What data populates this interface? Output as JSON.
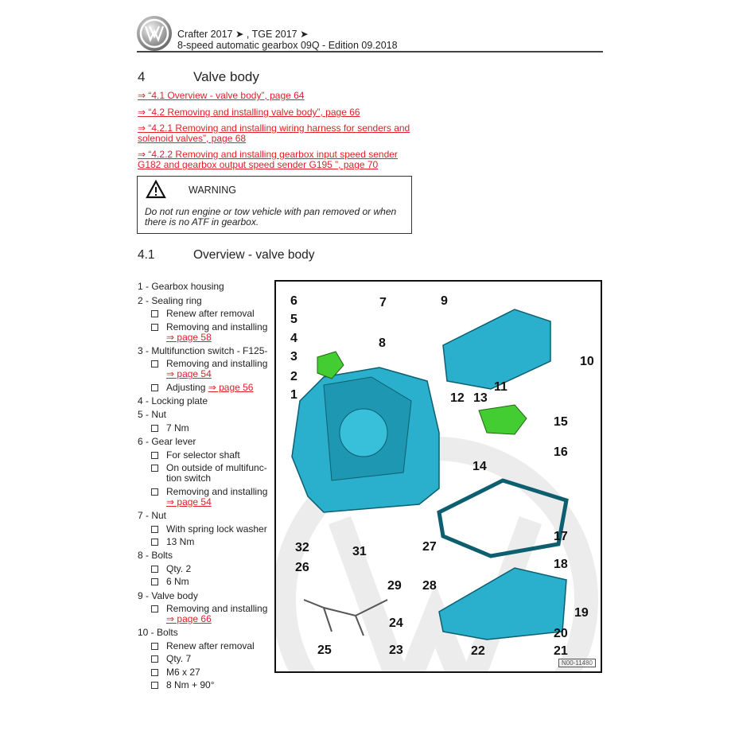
{
  "header": {
    "line1": "Crafter 2017 ➤ , TGE 2017 ➤",
    "line2": "8-speed automatic gearbox 09Q - Edition 09.2018"
  },
  "section": {
    "number": "4",
    "title": "Valve body"
  },
  "links": [
    "⇒ “4.1 Overview - valve body”, page 64",
    "⇒ “4.2 Removing and installing valve body”, page 66",
    "⇒ “4.2.1 Removing and installing wiring harness for senders and solenoid valves”, page 68",
    "⇒ “4.2.2 Removing and installing gearbox input speed sender G182 and gearbox output speed sender G195 ”, page 70"
  ],
  "warning": {
    "title": "WARNING",
    "text": "Do not run engine or tow vehicle with pan removed or when there is no ATF in gearbox."
  },
  "subsection": {
    "number": "4.1",
    "title": "Overview - valve body"
  },
  "legend": [
    {
      "label": "1 - Gearbox housing",
      "subs": []
    },
    {
      "label": "2 - Sealing ring",
      "subs": [
        {
          "text": "Renew after removal"
        },
        {
          "text": "Removing and installing",
          "link": "⇒ page 58"
        }
      ]
    },
    {
      "label": "3 - Multifunction switch - F125-",
      "subs": [
        {
          "text": "Removing and installing",
          "link": "⇒ page 54"
        },
        {
          "text": "Adjusting",
          "link": "⇒ page 56",
          "inline": true
        }
      ]
    },
    {
      "label": "4 - Locking plate",
      "subs": []
    },
    {
      "label": "5 - Nut",
      "subs": [
        {
          "text": "7 Nm"
        }
      ]
    },
    {
      "label": "6 - Gear lever",
      "subs": [
        {
          "text": "For selector shaft"
        },
        {
          "text": "On outside of multifunc-tion switch"
        },
        {
          "text": "Removing and installing",
          "link": "⇒ page 54"
        }
      ]
    },
    {
      "label": "7 - Nut",
      "subs": [
        {
          "text": "With spring lock washer"
        },
        {
          "text": "13 Nm"
        }
      ]
    },
    {
      "label": "8 - Bolts",
      "subs": [
        {
          "text": "Qty. 2"
        },
        {
          "text": "6 Nm"
        }
      ]
    },
    {
      "label": "9 - Valve body",
      "subs": [
        {
          "text": "Removing and installing",
          "link": "⇒ page 66"
        }
      ]
    },
    {
      "label": "10 - Bolts",
      "subs": [
        {
          "text": "Renew after removal"
        },
        {
          "text": "Qty. 7"
        },
        {
          "text": "M6 x 27"
        },
        {
          "text": "8 Nm + 90°"
        }
      ]
    }
  ],
  "diagram": {
    "figure_id": "N00-11480",
    "callouts": [
      "6",
      "7",
      "5",
      "4",
      "8",
      "3",
      "2",
      "1",
      "9",
      "10",
      "11",
      "12",
      "13",
      "15",
      "16",
      "14",
      "17",
      "32",
      "31",
      "27",
      "26",
      "18",
      "29",
      "28",
      "19",
      "24",
      "20",
      "25",
      "23",
      "22",
      "21"
    ],
    "part_color": "#2ab0cc",
    "highlight_color": "#44cc33"
  }
}
